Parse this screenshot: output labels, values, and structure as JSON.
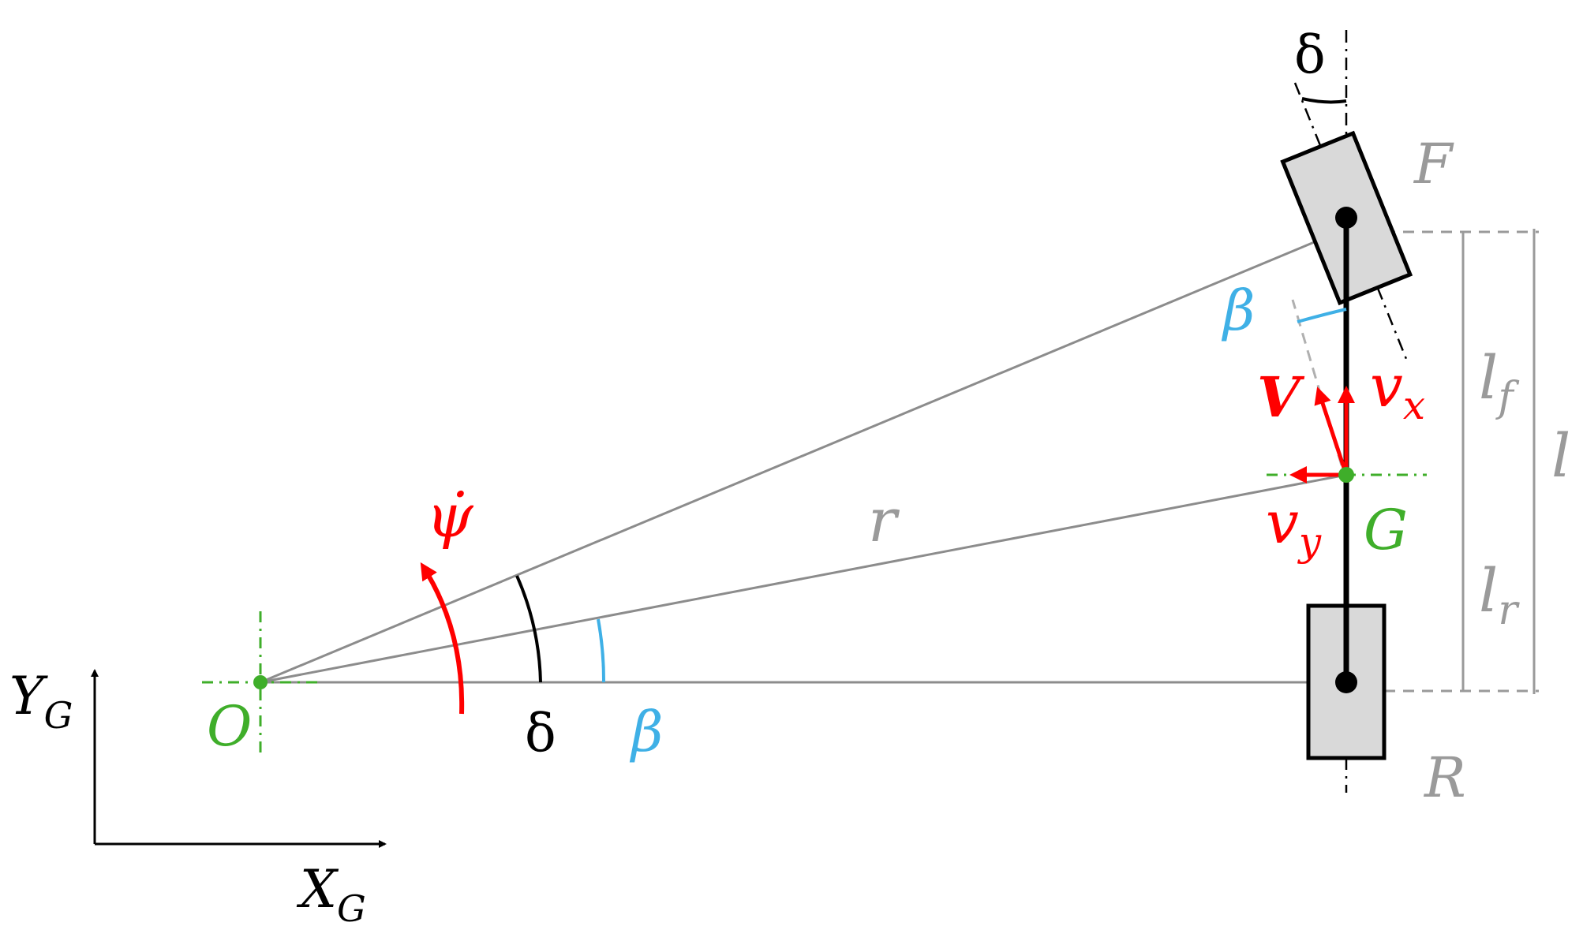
{
  "colors": {
    "black": "#000000",
    "gray": "#8c8c8c",
    "gray_dashed": "#9a9a9a",
    "red": "#ff0000",
    "green": "#3fae2a",
    "blue": "#3fb0e6",
    "wheel_fill": "#d9d9d9"
  },
  "labels": {
    "delta_top": "δ",
    "F": "F",
    "beta_front": "β",
    "V": "V",
    "vx_base": "v",
    "vx_sub": "x",
    "lf_base": "l",
    "lf_sub": "f",
    "l": "l",
    "psi_dot": "ψ̇",
    "r": "r",
    "vy_base": "v",
    "vy_sub": "y",
    "G": "G",
    "lr_base": "l",
    "lr_sub": "r",
    "YG_base": "Y",
    "YG_sub": "G",
    "O": "O",
    "delta_bottom": "δ",
    "beta_bottom": "β",
    "R": "R",
    "XG_base": "X",
    "XG_sub": "G"
  }
}
